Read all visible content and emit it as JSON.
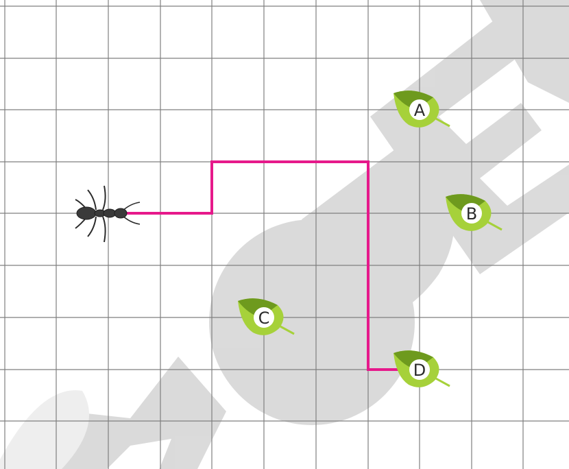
{
  "colors": {
    "grid": "#7f7f7f",
    "path": "#e6198b",
    "leaf_light": "#a6d13a",
    "leaf_dark": "#6e9a1e",
    "leaf_center": "#ffffff",
    "ant": "#3a3a3a",
    "watermark": "#d9d9d9"
  },
  "icons": {
    "ant": "ant-icon",
    "leaf": "leaf-icon"
  },
  "leaves": [
    {
      "label": "A"
    },
    {
      "label": "B"
    },
    {
      "label": "C"
    },
    {
      "label": "D"
    }
  ],
  "watermark": {
    "text": "MODER"
  }
}
